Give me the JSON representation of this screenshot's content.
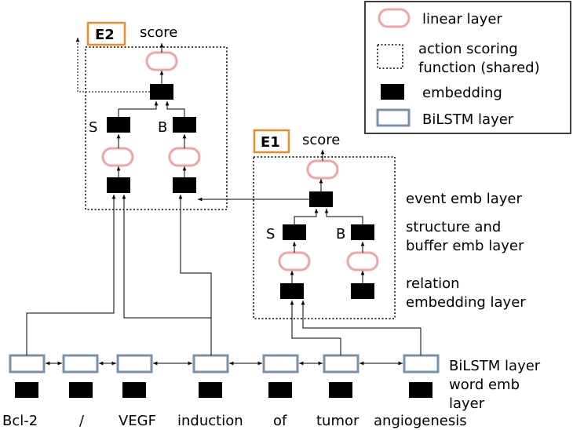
{
  "legend": {
    "linear_layer": "linear layer",
    "action_scoring_line1": "action scoring",
    "action_scoring_line2": "function (shared)",
    "embedding": "embedding",
    "bilstm_layer": "BiLSTM layer"
  },
  "blocks": {
    "e2": {
      "tag": "E2",
      "score": "score",
      "s_label": "S",
      "b_label": "B"
    },
    "e1": {
      "tag": "E1",
      "score": "score",
      "s_label": "S",
      "b_label": "B"
    }
  },
  "layer_labels": {
    "event_emb": "event emb layer",
    "structure_line1": "structure and",
    "structure_line2": "buffer emb layer",
    "relation_line1": "relation",
    "relation_line2": "embedding layer",
    "bilstm": "BiLSTM layer",
    "word_emb_line1": "word emb",
    "word_emb_line2": "layer"
  },
  "words": [
    "Bcl-2",
    "/",
    "VEGF",
    "induction",
    "of",
    "tumor",
    "angiogenesis"
  ]
}
